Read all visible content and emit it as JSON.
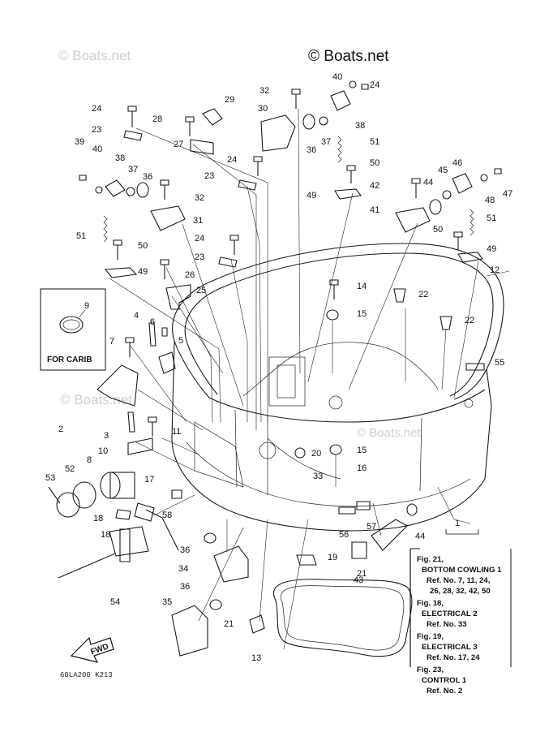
{
  "watermark": {
    "main": "© Boats.net",
    "faint": [
      "© Boats.net",
      "© Boats.net",
      "© Boats.net"
    ]
  },
  "callouts": [
    "1",
    "2",
    "3",
    "4",
    "5",
    "6",
    "7",
    "8",
    "9",
    "10",
    "11",
    "12",
    "13",
    "14",
    "15",
    "15",
    "16",
    "17",
    "18",
    "18",
    "19",
    "20",
    "21",
    "21",
    "22",
    "22",
    "23",
    "23",
    "23",
    "24",
    "24",
    "24",
    "24",
    "25",
    "26",
    "27",
    "28",
    "29",
    "30",
    "31",
    "32",
    "32",
    "33",
    "34",
    "35",
    "36",
    "36",
    "36",
    "36",
    "37",
    "37",
    "38",
    "38",
    "39",
    "40",
    "40",
    "41",
    "42",
    "43",
    "44",
    "44",
    "45",
    "46",
    "47",
    "48",
    "49",
    "49",
    "49",
    "50",
    "50",
    "50",
    "51",
    "51",
    "51",
    "52",
    "53",
    "54",
    "55",
    "56",
    "57",
    "58"
  ],
  "carib_box": {
    "number": "9",
    "label": "FOR CARIB"
  },
  "reference_note": [
    "Fig. 21,",
    "BOTTOM COWLING 1",
    "Ref. No. 7, 11, 24,",
    "26, 28, 32, 42, 50",
    "Fig. 18,",
    "ELECTRICAL 2",
    "Ref. No. 33",
    "Fig. 19,",
    "ELECTRICAL 3",
    "Ref. No. 17, 24",
    "Fig. 23,",
    "CONTROL 1",
    "Ref. No. 2"
  ],
  "fwd_label": "FWD",
  "drawing_code": "60LA200 K213"
}
